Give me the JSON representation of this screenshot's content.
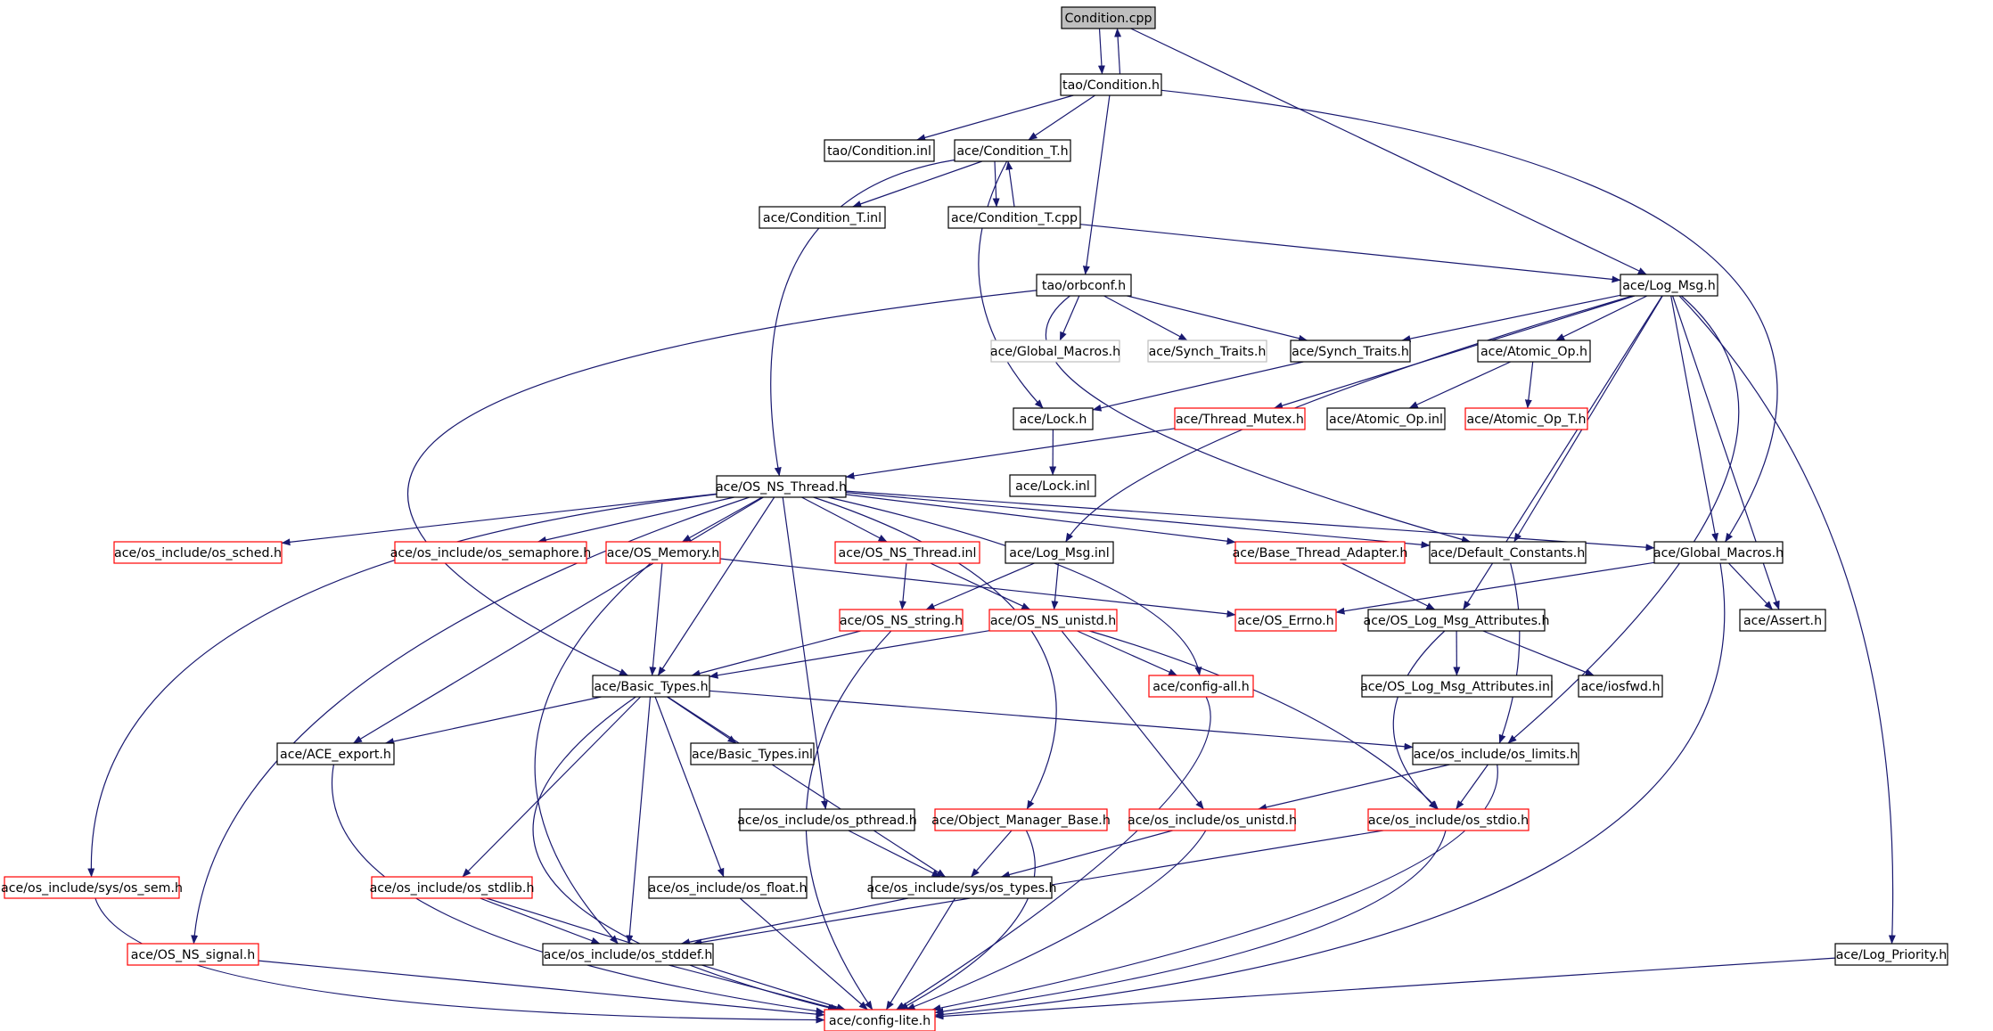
{
  "graph": {
    "colors": {
      "edge": "#191970",
      "node_border_default": "#000000",
      "node_border_incomplete": "#ff0000",
      "node_border_external": "#bfbfbf",
      "root_fill": "#bfbfbf",
      "node_fill": "#ffffff",
      "text": "#000000"
    },
    "nodes": [
      {
        "id": "n_condition_cpp",
        "label": "Condition.cpp",
        "style": "root"
      },
      {
        "id": "n_tao_condition_h",
        "label": "tao/Condition.h",
        "style": "normal"
      },
      {
        "id": "n_tao_condition_inl",
        "label": "tao/Condition.inl",
        "style": "normal"
      },
      {
        "id": "n_ace_condition_t_h",
        "label": "ace/Condition_T.h",
        "style": "normal"
      },
      {
        "id": "n_ace_condition_t_inl",
        "label": "ace/Condition_T.inl",
        "style": "normal"
      },
      {
        "id": "n_ace_condition_t_cpp",
        "label": "ace/Condition_T.cpp",
        "style": "normal"
      },
      {
        "id": "n_tao_orbconf_h",
        "label": "tao/orbconf.h",
        "style": "normal"
      },
      {
        "id": "n_ace_log_msg_h",
        "label": "ace/Log_Msg.h",
        "style": "normal"
      },
      {
        "id": "n_ace_global_macros_ext",
        "label": "ace/Global_Macros.h",
        "style": "external"
      },
      {
        "id": "n_ace_synch_traits_ext",
        "label": "ace/Synch_Traits.h",
        "style": "external"
      },
      {
        "id": "n_ace_synch_traits_h",
        "label": "ace/Synch_Traits.h",
        "style": "normal"
      },
      {
        "id": "n_ace_atomic_op_h",
        "label": "ace/Atomic_Op.h",
        "style": "normal"
      },
      {
        "id": "n_ace_lock_h",
        "label": "ace/Lock.h",
        "style": "normal"
      },
      {
        "id": "n_ace_thread_mutex_h",
        "label": "ace/Thread_Mutex.h",
        "style": "incomplete"
      },
      {
        "id": "n_ace_atomic_op_inl",
        "label": "ace/Atomic_Op.inl",
        "style": "normal"
      },
      {
        "id": "n_ace_atomic_op_t_h",
        "label": "ace/Atomic_Op_T.h",
        "style": "incomplete"
      },
      {
        "id": "n_ace_lock_inl",
        "label": "ace/Lock.inl",
        "style": "normal"
      },
      {
        "id": "n_ace_os_ns_thread_h",
        "label": "ace/OS_NS_Thread.h",
        "style": "normal"
      },
      {
        "id": "n_os_sched_h",
        "label": "ace/os_include/os_sched.h",
        "style": "incomplete"
      },
      {
        "id": "n_os_semaphore_h",
        "label": "ace/os_include/os_semaphore.h",
        "style": "incomplete"
      },
      {
        "id": "n_ace_os_memory_h",
        "label": "ace/OS_Memory.h",
        "style": "incomplete"
      },
      {
        "id": "n_ace_os_ns_thread_inl",
        "label": "ace/OS_NS_Thread.inl",
        "style": "incomplete"
      },
      {
        "id": "n_ace_log_msg_inl",
        "label": "ace/Log_Msg.inl",
        "style": "normal"
      },
      {
        "id": "n_ace_base_thread_adapter_h",
        "label": "ace/Base_Thread_Adapter.h",
        "style": "incomplete"
      },
      {
        "id": "n_ace_default_constants_h",
        "label": "ace/Default_Constants.h",
        "style": "normal"
      },
      {
        "id": "n_ace_global_macros_h",
        "label": "ace/Global_Macros.h",
        "style": "normal"
      },
      {
        "id": "n_ace_os_ns_string_h",
        "label": "ace/OS_NS_string.h",
        "style": "incomplete"
      },
      {
        "id": "n_ace_os_ns_unistd_h",
        "label": "ace/OS_NS_unistd.h",
        "style": "incomplete"
      },
      {
        "id": "n_ace_os_errno_h",
        "label": "ace/OS_Errno.h",
        "style": "incomplete"
      },
      {
        "id": "n_ace_os_log_msg_attributes_h",
        "label": "ace/OS_Log_Msg_Attributes.h",
        "style": "normal"
      },
      {
        "id": "n_ace_assert_h",
        "label": "ace/Assert.h",
        "style": "normal"
      },
      {
        "id": "n_ace_basic_types_h",
        "label": "ace/Basic_Types.h",
        "style": "normal"
      },
      {
        "id": "n_ace_config_all_h",
        "label": "ace/config-all.h",
        "style": "incomplete"
      },
      {
        "id": "n_ace_os_log_msg_attributes_inl",
        "label": "ace/OS_Log_Msg_Attributes.inl",
        "style": "normal"
      },
      {
        "id": "n_ace_iosfwd_h",
        "label": "ace/iosfwd.h",
        "style": "normal"
      },
      {
        "id": "n_ace_ace_export_h",
        "label": "ace/ACE_export.h",
        "style": "normal"
      },
      {
        "id": "n_ace_basic_types_inl",
        "label": "ace/Basic_Types.inl",
        "style": "normal"
      },
      {
        "id": "n_os_limits_h",
        "label": "ace/os_include/os_limits.h",
        "style": "normal"
      },
      {
        "id": "n_os_pthread_h",
        "label": "ace/os_include/os_pthread.h",
        "style": "normal"
      },
      {
        "id": "n_ace_object_manager_base_h",
        "label": "ace/Object_Manager_Base.h",
        "style": "incomplete"
      },
      {
        "id": "n_os_unistd_h",
        "label": "ace/os_include/os_unistd.h",
        "style": "incomplete"
      },
      {
        "id": "n_os_stdio_h",
        "label": "ace/os_include/os_stdio.h",
        "style": "incomplete"
      },
      {
        "id": "n_os_sys_sem_h",
        "label": "ace/os_include/sys/os_sem.h",
        "style": "incomplete"
      },
      {
        "id": "n_os_stdlib_h",
        "label": "ace/os_include/os_stdlib.h",
        "style": "incomplete"
      },
      {
        "id": "n_os_float_h",
        "label": "ace/os_include/os_float.h",
        "style": "normal"
      },
      {
        "id": "n_os_sys_types_h",
        "label": "ace/os_include/sys/os_types.h",
        "style": "normal"
      },
      {
        "id": "n_ace_os_ns_signal_h",
        "label": "ace/OS_NS_signal.h",
        "style": "incomplete"
      },
      {
        "id": "n_os_stddef_h",
        "label": "ace/os_include/os_stddef.h",
        "style": "normal"
      },
      {
        "id": "n_ace_log_priority_h",
        "label": "ace/Log_Priority.h",
        "style": "normal"
      },
      {
        "id": "n_ace_config_lite_h",
        "label": "ace/config-lite.h",
        "style": "incomplete"
      }
    ],
    "edges": [
      [
        "n_condition_cpp",
        "n_tao_condition_h"
      ],
      [
        "n_condition_cpp",
        "n_ace_log_msg_h"
      ],
      [
        "n_tao_condition_h",
        "n_condition_cpp"
      ],
      [
        "n_tao_condition_h",
        "n_tao_condition_inl"
      ],
      [
        "n_tao_condition_h",
        "n_ace_condition_t_h"
      ],
      [
        "n_tao_condition_h",
        "n_tao_orbconf_h"
      ],
      [
        "n_tao_condition_h",
        "n_ace_global_macros_h"
      ],
      [
        "n_ace_condition_t_h",
        "n_ace_condition_t_inl"
      ],
      [
        "n_ace_condition_t_h",
        "n_ace_condition_t_cpp"
      ],
      [
        "n_ace_condition_t_h",
        "n_ace_lock_h"
      ],
      [
        "n_ace_condition_t_h",
        "n_ace_os_ns_thread_h"
      ],
      [
        "n_ace_condition_t_cpp",
        "n_ace_condition_t_h"
      ],
      [
        "n_ace_condition_t_cpp",
        "n_ace_log_msg_h"
      ],
      [
        "n_tao_orbconf_h",
        "n_ace_global_macros_ext"
      ],
      [
        "n_tao_orbconf_h",
        "n_ace_synch_traits_ext"
      ],
      [
        "n_tao_orbconf_h",
        "n_ace_synch_traits_h"
      ],
      [
        "n_tao_orbconf_h",
        "n_ace_basic_types_h"
      ],
      [
        "n_tao_orbconf_h",
        "n_ace_default_constants_h"
      ],
      [
        "n_ace_log_msg_h",
        "n_ace_synch_traits_h"
      ],
      [
        "n_ace_log_msg_h",
        "n_ace_atomic_op_h"
      ],
      [
        "n_ace_log_msg_h",
        "n_ace_thread_mutex_h"
      ],
      [
        "n_ace_log_msg_h",
        "n_ace_log_msg_inl"
      ],
      [
        "n_ace_log_msg_h",
        "n_ace_default_constants_h"
      ],
      [
        "n_ace_log_msg_h",
        "n_ace_global_macros_h"
      ],
      [
        "n_ace_log_msg_h",
        "n_ace_os_log_msg_attributes_h"
      ],
      [
        "n_ace_log_msg_h",
        "n_ace_assert_h"
      ],
      [
        "n_ace_log_msg_h",
        "n_os_limits_h"
      ],
      [
        "n_ace_log_msg_h",
        "n_ace_log_priority_h"
      ],
      [
        "n_ace_synch_traits_h",
        "n_ace_lock_h"
      ],
      [
        "n_ace_atomic_op_h",
        "n_ace_atomic_op_inl"
      ],
      [
        "n_ace_atomic_op_h",
        "n_ace_atomic_op_t_h"
      ],
      [
        "n_ace_lock_h",
        "n_ace_lock_inl"
      ],
      [
        "n_ace_thread_mutex_h",
        "n_ace_os_ns_thread_h"
      ],
      [
        "n_ace_os_ns_thread_h",
        "n_os_sched_h"
      ],
      [
        "n_ace_os_ns_thread_h",
        "n_os_semaphore_h"
      ],
      [
        "n_ace_os_ns_thread_h",
        "n_ace_os_memory_h"
      ],
      [
        "n_ace_os_ns_thread_h",
        "n_ace_os_ns_thread_inl"
      ],
      [
        "n_ace_os_ns_thread_h",
        "n_ace_base_thread_adapter_h"
      ],
      [
        "n_ace_os_ns_thread_h",
        "n_ace_default_constants_h"
      ],
      [
        "n_ace_os_ns_thread_h",
        "n_ace_global_macros_h"
      ],
      [
        "n_ace_os_ns_thread_h",
        "n_ace_config_all_h"
      ],
      [
        "n_ace_os_ns_thread_h",
        "n_ace_basic_types_h"
      ],
      [
        "n_ace_os_ns_thread_h",
        "n_ace_ace_export_h"
      ],
      [
        "n_ace_os_ns_thread_h",
        "n_os_pthread_h"
      ],
      [
        "n_ace_os_ns_thread_h",
        "n_ace_object_manager_base_h"
      ],
      [
        "n_ace_os_ns_thread_h",
        "n_os_sys_sem_h"
      ],
      [
        "n_ace_os_ns_thread_h",
        "n_ace_os_ns_signal_h"
      ],
      [
        "n_ace_os_memory_h",
        "n_ace_os_errno_h"
      ],
      [
        "n_ace_os_memory_h",
        "n_ace_basic_types_h"
      ],
      [
        "n_ace_os_memory_h",
        "n_os_stddef_h"
      ],
      [
        "n_ace_os_ns_thread_inl",
        "n_ace_os_ns_string_h"
      ],
      [
        "n_ace_os_ns_thread_inl",
        "n_ace_os_ns_unistd_h"
      ],
      [
        "n_ace_log_msg_inl",
        "n_ace_os_ns_string_h"
      ],
      [
        "n_ace_log_msg_inl",
        "n_ace_os_ns_unistd_h"
      ],
      [
        "n_ace_global_macros_h",
        "n_ace_os_errno_h"
      ],
      [
        "n_ace_global_macros_h",
        "n_ace_assert_h"
      ],
      [
        "n_ace_global_macros_h",
        "n_ace_config_lite_h"
      ],
      [
        "n_ace_base_thread_adapter_h",
        "n_ace_os_log_msg_attributes_h"
      ],
      [
        "n_ace_default_constants_h",
        "n_os_limits_h"
      ],
      [
        "n_ace_os_log_msg_attributes_h",
        "n_ace_os_log_msg_attributes_inl"
      ],
      [
        "n_ace_os_log_msg_attributes_h",
        "n_ace_iosfwd_h"
      ],
      [
        "n_ace_os_log_msg_attributes_h",
        "n_os_stdio_h"
      ],
      [
        "n_ace_os_ns_string_h",
        "n_ace_basic_types_h"
      ],
      [
        "n_ace_os_ns_string_h",
        "n_ace_config_lite_h"
      ],
      [
        "n_ace_os_ns_unistd_h",
        "n_ace_basic_types_h"
      ],
      [
        "n_ace_os_ns_unistd_h",
        "n_ace_config_all_h"
      ],
      [
        "n_ace_os_ns_unistd_h",
        "n_os_unistd_h"
      ],
      [
        "n_ace_os_ns_unistd_h",
        "n_os_stdio_h"
      ],
      [
        "n_ace_config_all_h",
        "n_ace_config_lite_h"
      ],
      [
        "n_ace_basic_types_h",
        "n_ace_ace_export_h"
      ],
      [
        "n_ace_basic_types_h",
        "n_ace_basic_types_inl"
      ],
      [
        "n_ace_basic_types_h",
        "n_os_limits_h"
      ],
      [
        "n_ace_basic_types_h",
        "n_os_stdlib_h"
      ],
      [
        "n_ace_basic_types_h",
        "n_os_float_h"
      ],
      [
        "n_ace_basic_types_h",
        "n_os_sys_types_h"
      ],
      [
        "n_ace_basic_types_h",
        "n_os_stddef_h"
      ],
      [
        "n_ace_basic_types_h",
        "n_ace_config_lite_h"
      ],
      [
        "n_ace_ace_export_h",
        "n_ace_config_lite_h"
      ],
      [
        "n_os_limits_h",
        "n_os_unistd_h"
      ],
      [
        "n_os_limits_h",
        "n_os_stdio_h"
      ],
      [
        "n_os_limits_h",
        "n_ace_config_lite_h"
      ],
      [
        "n_os_pthread_h",
        "n_os_sys_types_h"
      ],
      [
        "n_ace_object_manager_base_h",
        "n_os_sys_types_h"
      ],
      [
        "n_ace_object_manager_base_h",
        "n_ace_config_lite_h"
      ],
      [
        "n_os_unistd_h",
        "n_os_sys_types_h"
      ],
      [
        "n_os_unistd_h",
        "n_ace_config_lite_h"
      ],
      [
        "n_os_stdio_h",
        "n_os_stddef_h"
      ],
      [
        "n_os_stdio_h",
        "n_ace_config_lite_h"
      ],
      [
        "n_os_sys_sem_h",
        "n_ace_config_lite_h"
      ],
      [
        "n_os_stdlib_h",
        "n_os_stddef_h"
      ],
      [
        "n_os_stdlib_h",
        "n_ace_config_lite_h"
      ],
      [
        "n_os_float_h",
        "n_ace_config_lite_h"
      ],
      [
        "n_os_sys_types_h",
        "n_os_stddef_h"
      ],
      [
        "n_os_sys_types_h",
        "n_ace_config_lite_h"
      ],
      [
        "n_ace_os_ns_signal_h",
        "n_ace_config_lite_h"
      ],
      [
        "n_os_stddef_h",
        "n_ace_config_lite_h"
      ],
      [
        "n_ace_log_priority_h",
        "n_ace_config_lite_h"
      ]
    ]
  }
}
